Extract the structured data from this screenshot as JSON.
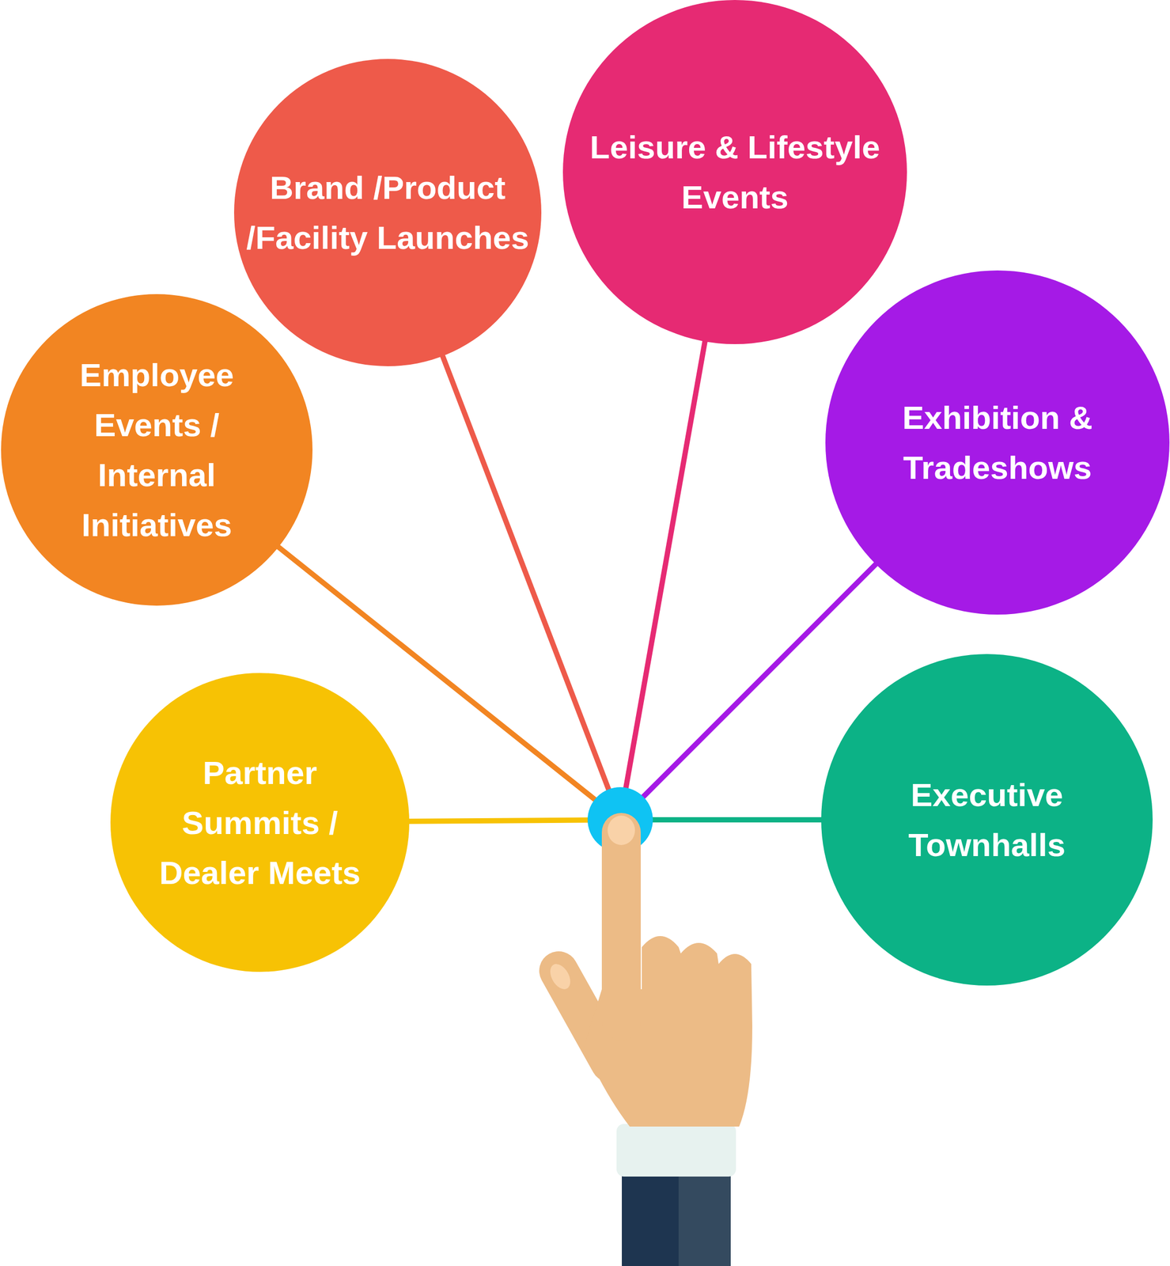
{
  "diagram": {
    "nodes": [
      {
        "text": [
          "Brand /Product /Facility Launches"
        ]
      },
      {
        "text": [
          "Leisure & Lifestyle Events"
        ]
      },
      {
        "text": [
          "Employee Events / Internal Initiatives"
        ]
      },
      {
        "text": [
          "Exhibition & Tradeshows"
        ]
      },
      {
        "text": [
          "Partner Summits / Dealer Meets"
        ]
      },
      {
        "text": [
          "Executive Townhalls"
        ]
      }
    ]
  }
}
